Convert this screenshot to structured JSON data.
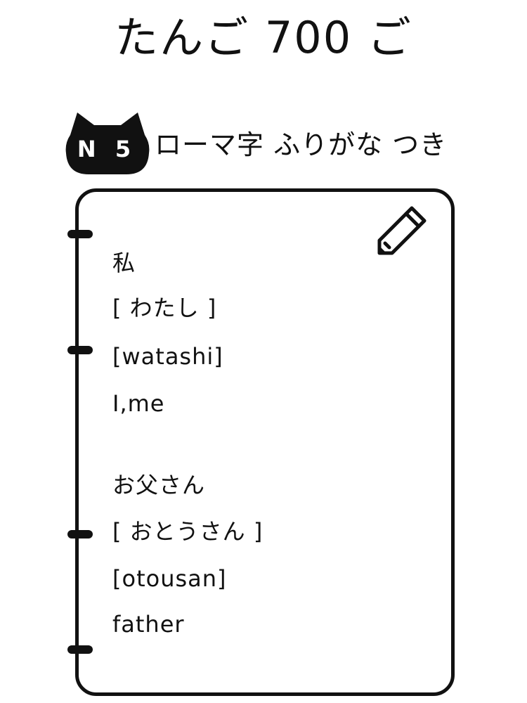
{
  "title": "たんご 700 ご",
  "badge": {
    "label": "N 5",
    "color": "#111111"
  },
  "subtitle": "ローマ字  ふりがな  つき",
  "entries": [
    {
      "kanji": "私",
      "furigana": "[ わたし ]",
      "romaji": "[watashi]",
      "english": "I,me"
    },
    {
      "kanji": "お父さん",
      "furigana": "[ おとうさん ]",
      "romaji": "[otousan]",
      "english": "father"
    }
  ],
  "icons": {
    "pencil": "pencil-icon",
    "cat": "cat-badge-icon"
  }
}
